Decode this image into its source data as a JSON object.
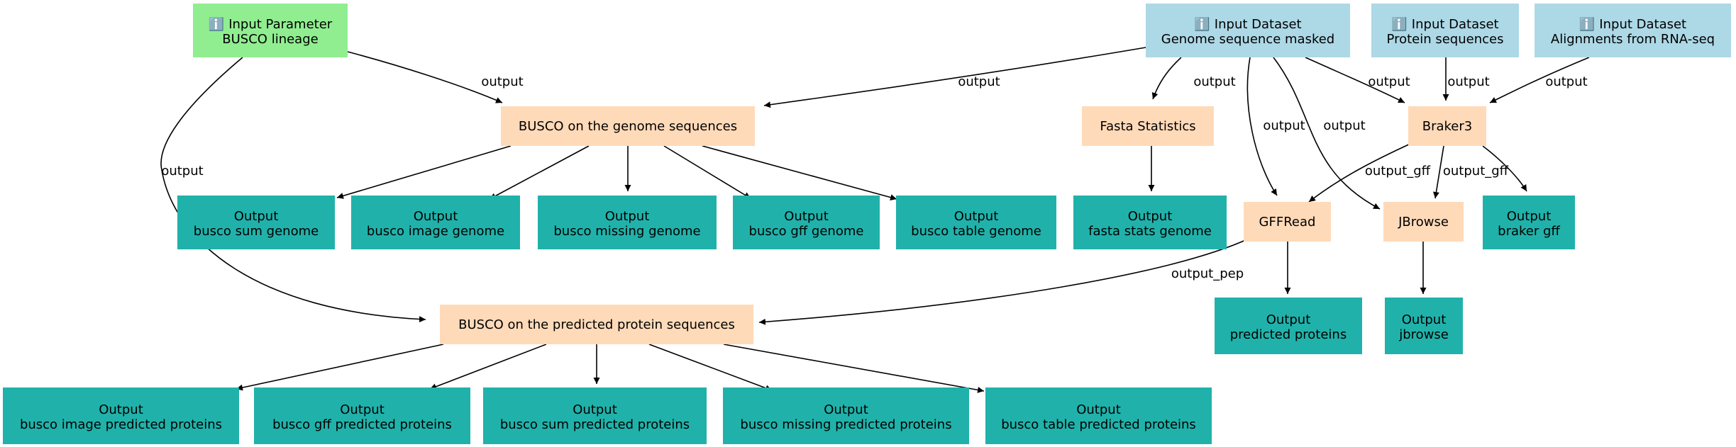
{
  "colors": {
    "input_parameter": "#90ee90",
    "input_dataset": "#add8e6",
    "tool": "#ffdab9",
    "output": "#20b2aa",
    "edge": "#000000"
  },
  "icons": {
    "input": "info-icon"
  },
  "nodes": {
    "param_lineage": {
      "kind": "input_parameter",
      "icon": "ℹ️",
      "line1": "Input Parameter",
      "line2": "BUSCO lineage"
    },
    "ds_genome": {
      "kind": "input_dataset",
      "icon": "ℹ️",
      "line1": "Input Dataset",
      "line2": "Genome sequence masked"
    },
    "ds_protein": {
      "kind": "input_dataset",
      "icon": "ℹ️",
      "line1": "Input Dataset",
      "line2": "Protein sequences"
    },
    "ds_rnaseq": {
      "kind": "input_dataset",
      "icon": "ℹ️",
      "line1": "Input Dataset",
      "line2": "Alignments from RNA-seq"
    },
    "busco_genome": {
      "kind": "tool",
      "line1": "BUSCO on the genome sequences"
    },
    "fasta_stats": {
      "kind": "tool",
      "line1": "Fasta Statistics"
    },
    "braker3": {
      "kind": "tool",
      "line1": "Braker3"
    },
    "gffread": {
      "kind": "tool",
      "line1": "GFFRead"
    },
    "jbrowse": {
      "kind": "tool",
      "line1": "JBrowse"
    },
    "busco_pred": {
      "kind": "tool",
      "line1": "BUSCO on the predicted protein sequences"
    },
    "out_busco_sum_genome": {
      "kind": "output",
      "line1": "Output",
      "line2": "busco sum genome"
    },
    "out_busco_image_genome": {
      "kind": "output",
      "line1": "Output",
      "line2": "busco image genome"
    },
    "out_busco_missing_genome": {
      "kind": "output",
      "line1": "Output",
      "line2": "busco missing genome"
    },
    "out_busco_gff_genome": {
      "kind": "output",
      "line1": "Output",
      "line2": "busco gff genome"
    },
    "out_busco_table_genome": {
      "kind": "output",
      "line1": "Output",
      "line2": "busco table genome"
    },
    "out_fasta_stats_genome": {
      "kind": "output",
      "line1": "Output",
      "line2": "fasta stats genome"
    },
    "out_braker_gff": {
      "kind": "output",
      "line1": "Output",
      "line2": "braker gff"
    },
    "out_predicted_proteins": {
      "kind": "output",
      "line1": "Output",
      "line2": "predicted proteins"
    },
    "out_jbrowse": {
      "kind": "output",
      "line1": "Output",
      "line2": "jbrowse"
    },
    "out_busco_image_pred": {
      "kind": "output",
      "line1": "Output",
      "line2": "busco image predicted proteins"
    },
    "out_busco_gff_pred": {
      "kind": "output",
      "line1": "Output",
      "line2": "busco gff predicted proteins"
    },
    "out_busco_sum_pred": {
      "kind": "output",
      "line1": "Output",
      "line2": "busco sum predicted proteins"
    },
    "out_busco_missing_pred": {
      "kind": "output",
      "line1": "Output",
      "line2": "busco missing predicted proteins"
    },
    "out_busco_table_pred": {
      "kind": "output",
      "line1": "Output",
      "line2": "busco table predicted proteins"
    }
  },
  "edges": [
    {
      "from": "param_lineage",
      "to": "busco_genome",
      "label": "output"
    },
    {
      "from": "param_lineage",
      "to": "busco_pred",
      "label": "output"
    },
    {
      "from": "ds_genome",
      "to": "busco_genome",
      "label": "output"
    },
    {
      "from": "ds_genome",
      "to": "fasta_stats",
      "label": "output"
    },
    {
      "from": "ds_genome",
      "to": "gffread",
      "label": "output"
    },
    {
      "from": "ds_genome",
      "to": "jbrowse",
      "label": "output"
    },
    {
      "from": "ds_genome",
      "to": "braker3",
      "label": "output"
    },
    {
      "from": "ds_protein",
      "to": "braker3",
      "label": "output"
    },
    {
      "from": "ds_rnaseq",
      "to": "braker3",
      "label": "output"
    },
    {
      "from": "braker3",
      "to": "gffread",
      "label": "output_gff"
    },
    {
      "from": "braker3",
      "to": "jbrowse",
      "label": "output_gff"
    },
    {
      "from": "braker3",
      "to": "out_braker_gff",
      "label": ""
    },
    {
      "from": "gffread",
      "to": "busco_pred",
      "label": "output_pep"
    },
    {
      "from": "gffread",
      "to": "out_predicted_proteins",
      "label": ""
    },
    {
      "from": "jbrowse",
      "to": "out_jbrowse",
      "label": ""
    },
    {
      "from": "fasta_stats",
      "to": "out_fasta_stats_genome",
      "label": ""
    },
    {
      "from": "busco_genome",
      "to": "out_busco_sum_genome",
      "label": ""
    },
    {
      "from": "busco_genome",
      "to": "out_busco_image_genome",
      "label": ""
    },
    {
      "from": "busco_genome",
      "to": "out_busco_missing_genome",
      "label": ""
    },
    {
      "from": "busco_genome",
      "to": "out_busco_gff_genome",
      "label": ""
    },
    {
      "from": "busco_genome",
      "to": "out_busco_table_genome",
      "label": ""
    },
    {
      "from": "busco_pred",
      "to": "out_busco_image_pred",
      "label": ""
    },
    {
      "from": "busco_pred",
      "to": "out_busco_gff_pred",
      "label": ""
    },
    {
      "from": "busco_pred",
      "to": "out_busco_sum_pred",
      "label": ""
    },
    {
      "from": "busco_pred",
      "to": "out_busco_missing_pred",
      "label": ""
    },
    {
      "from": "busco_pred",
      "to": "out_busco_table_pred",
      "label": ""
    }
  ]
}
